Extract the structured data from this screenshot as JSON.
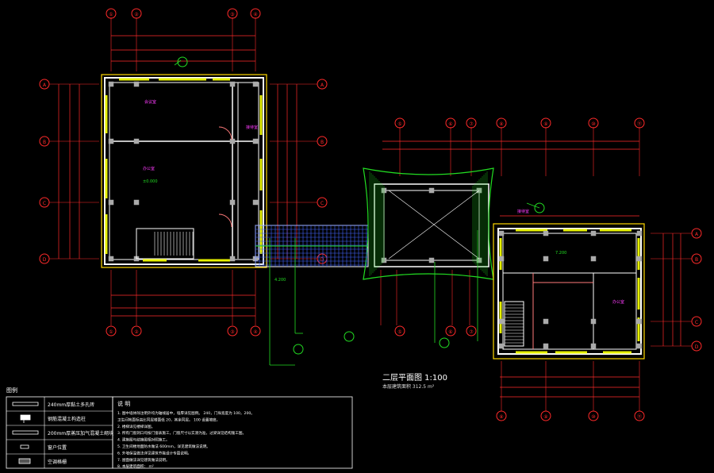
{
  "drawing": {
    "title": "二层平面图 1:100",
    "subtitle": "本层建筑面积 312.5 m²",
    "grid_bubbles_top_left": [
      "①",
      "②",
      "③",
      "④"
    ],
    "grid_bubbles_top_right": [
      "⑤",
      "⑥",
      "⑦",
      "⑧",
      "⑨",
      "⑩",
      "⑪"
    ],
    "grid_bubbles_left": [
      "A",
      "B",
      "C",
      "D"
    ],
    "grid_bubbles_right": [
      "A",
      "B",
      "C",
      "D"
    ],
    "grid_bubbles_bottom_left": [
      "①",
      "②",
      "③",
      "④"
    ],
    "grid_bubbles_bottom_mid": [
      "⑤",
      "⑥",
      "⑦"
    ],
    "grid_bubbles_bottom_right": [
      "⑧",
      "⑨",
      "⑩",
      "⑪"
    ],
    "room_labels": [
      "会议室",
      "办公室",
      "接待室"
    ],
    "annotations": [
      "4.200",
      "7.200",
      "±0.000"
    ]
  },
  "legend": {
    "heading": "图例",
    "items": [
      {
        "icon": "wall-240-icon",
        "label": "240mm厚黏土多孔砖"
      },
      {
        "icon": "column-icon",
        "label": "钢筋混凝土构造柱"
      },
      {
        "icon": "wall-200-icon",
        "label": "200mm厚蒸压加气混凝土砌块"
      },
      {
        "icon": "window-icon",
        "label": "窗户位置"
      },
      {
        "icon": "grille-icon",
        "label": "空调格栅"
      }
    ]
  },
  "notes": {
    "heading": "说 明",
    "lines": [
      "1. 图中墙体除注明外均为轴线居中，墙厚详见图例。  240，门垛宽度为 100，200。",
      "   卫生间地面标高比同层楼面低 20，其余同层。      100 设置坡度。",
      "2. 楼梯详见楼梯详图。",
      "3. 所有门窗洞口均按门窗表施工，门窗尺寸以实测为准，过梁详见结构施工图。",
      "4. 建施图与结施图相对照施工。",
      "5. 卫生间楼地面防水做法              600mm，详见建筑做法说明。",
      "6. 外墙保温做法详见建筑节能设计专篇说明。",
      "7. 屋面做法详见建筑做法说明。",
      "8. 本层建筑面积：                m²"
    ]
  },
  "colors": {
    "background": "#000000",
    "wall": "#ffffff",
    "column": "#aaaaaa",
    "dimension": "#ff2a2a",
    "grid": "#ff2a2a",
    "window": "#e6f100",
    "room_text": "#ff3cff",
    "annotation": "#22dd22",
    "tiling": "#4466ff",
    "door": "#ff7a7a",
    "roof_edge": "#ffd800"
  }
}
